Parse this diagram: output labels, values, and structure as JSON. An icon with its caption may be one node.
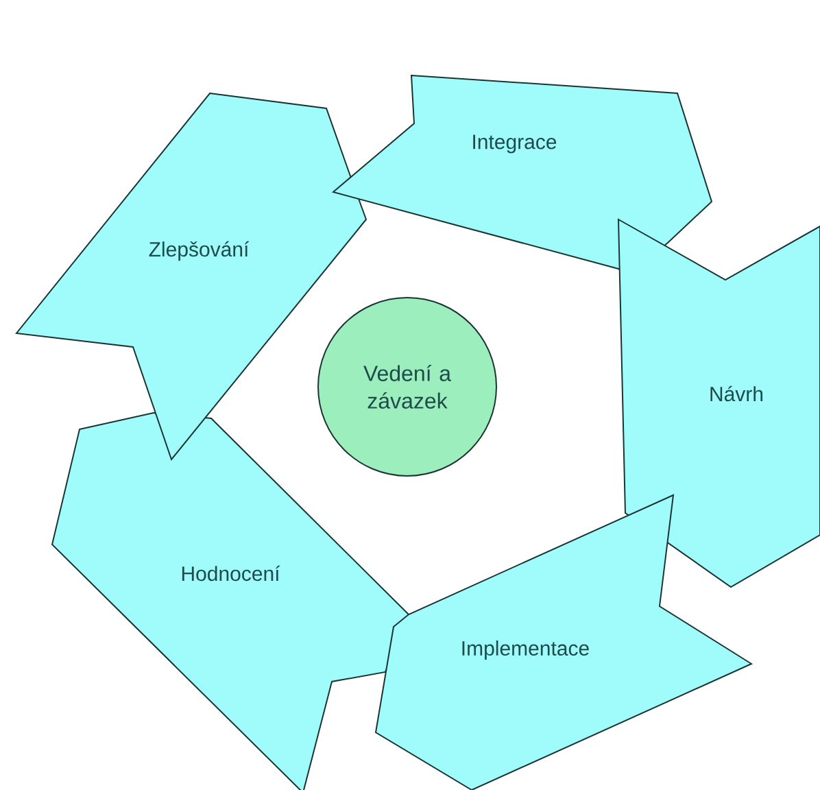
{
  "diagram": {
    "nodes": [
      {
        "text": [
          "Integrace"
        ]
      },
      {
        "text": [
          "Zlepšování"
        ]
      },
      {
        "text": [
          "Vedení a závazek"
        ]
      },
      {
        "text": [
          "Návrh"
        ]
      },
      {
        "text": [
          "Hodnocení"
        ]
      },
      {
        "text": [
          "Implementace"
        ]
      }
    ]
  }
}
